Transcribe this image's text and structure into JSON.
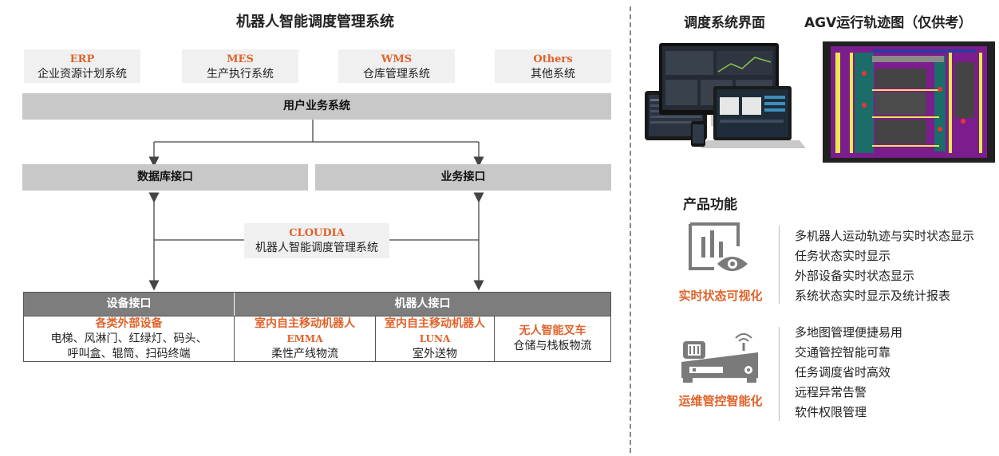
{
  "left": {
    "title": "机器人智能调度管理系统",
    "systems": [
      {
        "code": "ERP",
        "name": "企业资源计划系统"
      },
      {
        "code": "MES",
        "name": "生产执行系统"
      },
      {
        "code": "WMS",
        "name": "仓库管理系统"
      },
      {
        "code": "Others",
        "name": "其他系统"
      }
    ],
    "user_business": "用户业务系统",
    "db_interface": "数据库接口",
    "biz_interface": "业务接口",
    "cloudia": {
      "code": "CLOUDIA",
      "name": "机器人智能调度管理系统"
    },
    "table": {
      "device_header": "设备接口",
      "robot_header": "机器人接口",
      "device_cell": {
        "title": "各类外部设备",
        "line1": "电梯、风淋门、红绿灯、码头、",
        "line2": "呼叫盒、辊筒、扫码终端"
      },
      "robots": [
        {
          "title": "室内自主移动机器人",
          "code": "EMMA",
          "desc": "柔性产线物流"
        },
        {
          "title": "室内自主移动机器人",
          "code": "LUNA",
          "desc": "室外送物"
        },
        {
          "title": "无人智能叉车",
          "code": "",
          "desc": "仓储与栈板物流"
        }
      ]
    }
  },
  "right": {
    "ui_title": "调度系统界面",
    "agv_title": "AGV运行轨迹图（仅供考）",
    "functions_title": "产品功能",
    "groups": [
      {
        "label": "实时状态可视化",
        "icon": "monitor-eye-icon",
        "items": [
          "多机器人运动轨迹与实时状态显示",
          "任务状态实时显示",
          "外部设备实时状态显示",
          "系统状态实时显示及统计报表"
        ]
      },
      {
        "label": "运维管控智能化",
        "icon": "router-control-icon",
        "items": [
          "多地图管理便捷易用",
          "交通管控智能可靠",
          "任务调度省时高效",
          "远程异常告警",
          "软件权限管理"
        ]
      }
    ]
  },
  "colors": {
    "accent": "#e0622a",
    "bar_gray": "#c8c8c8",
    "header_gray": "#7d7d7d",
    "map_bg": "#7b1d8c",
    "map_frame": "#202020"
  }
}
